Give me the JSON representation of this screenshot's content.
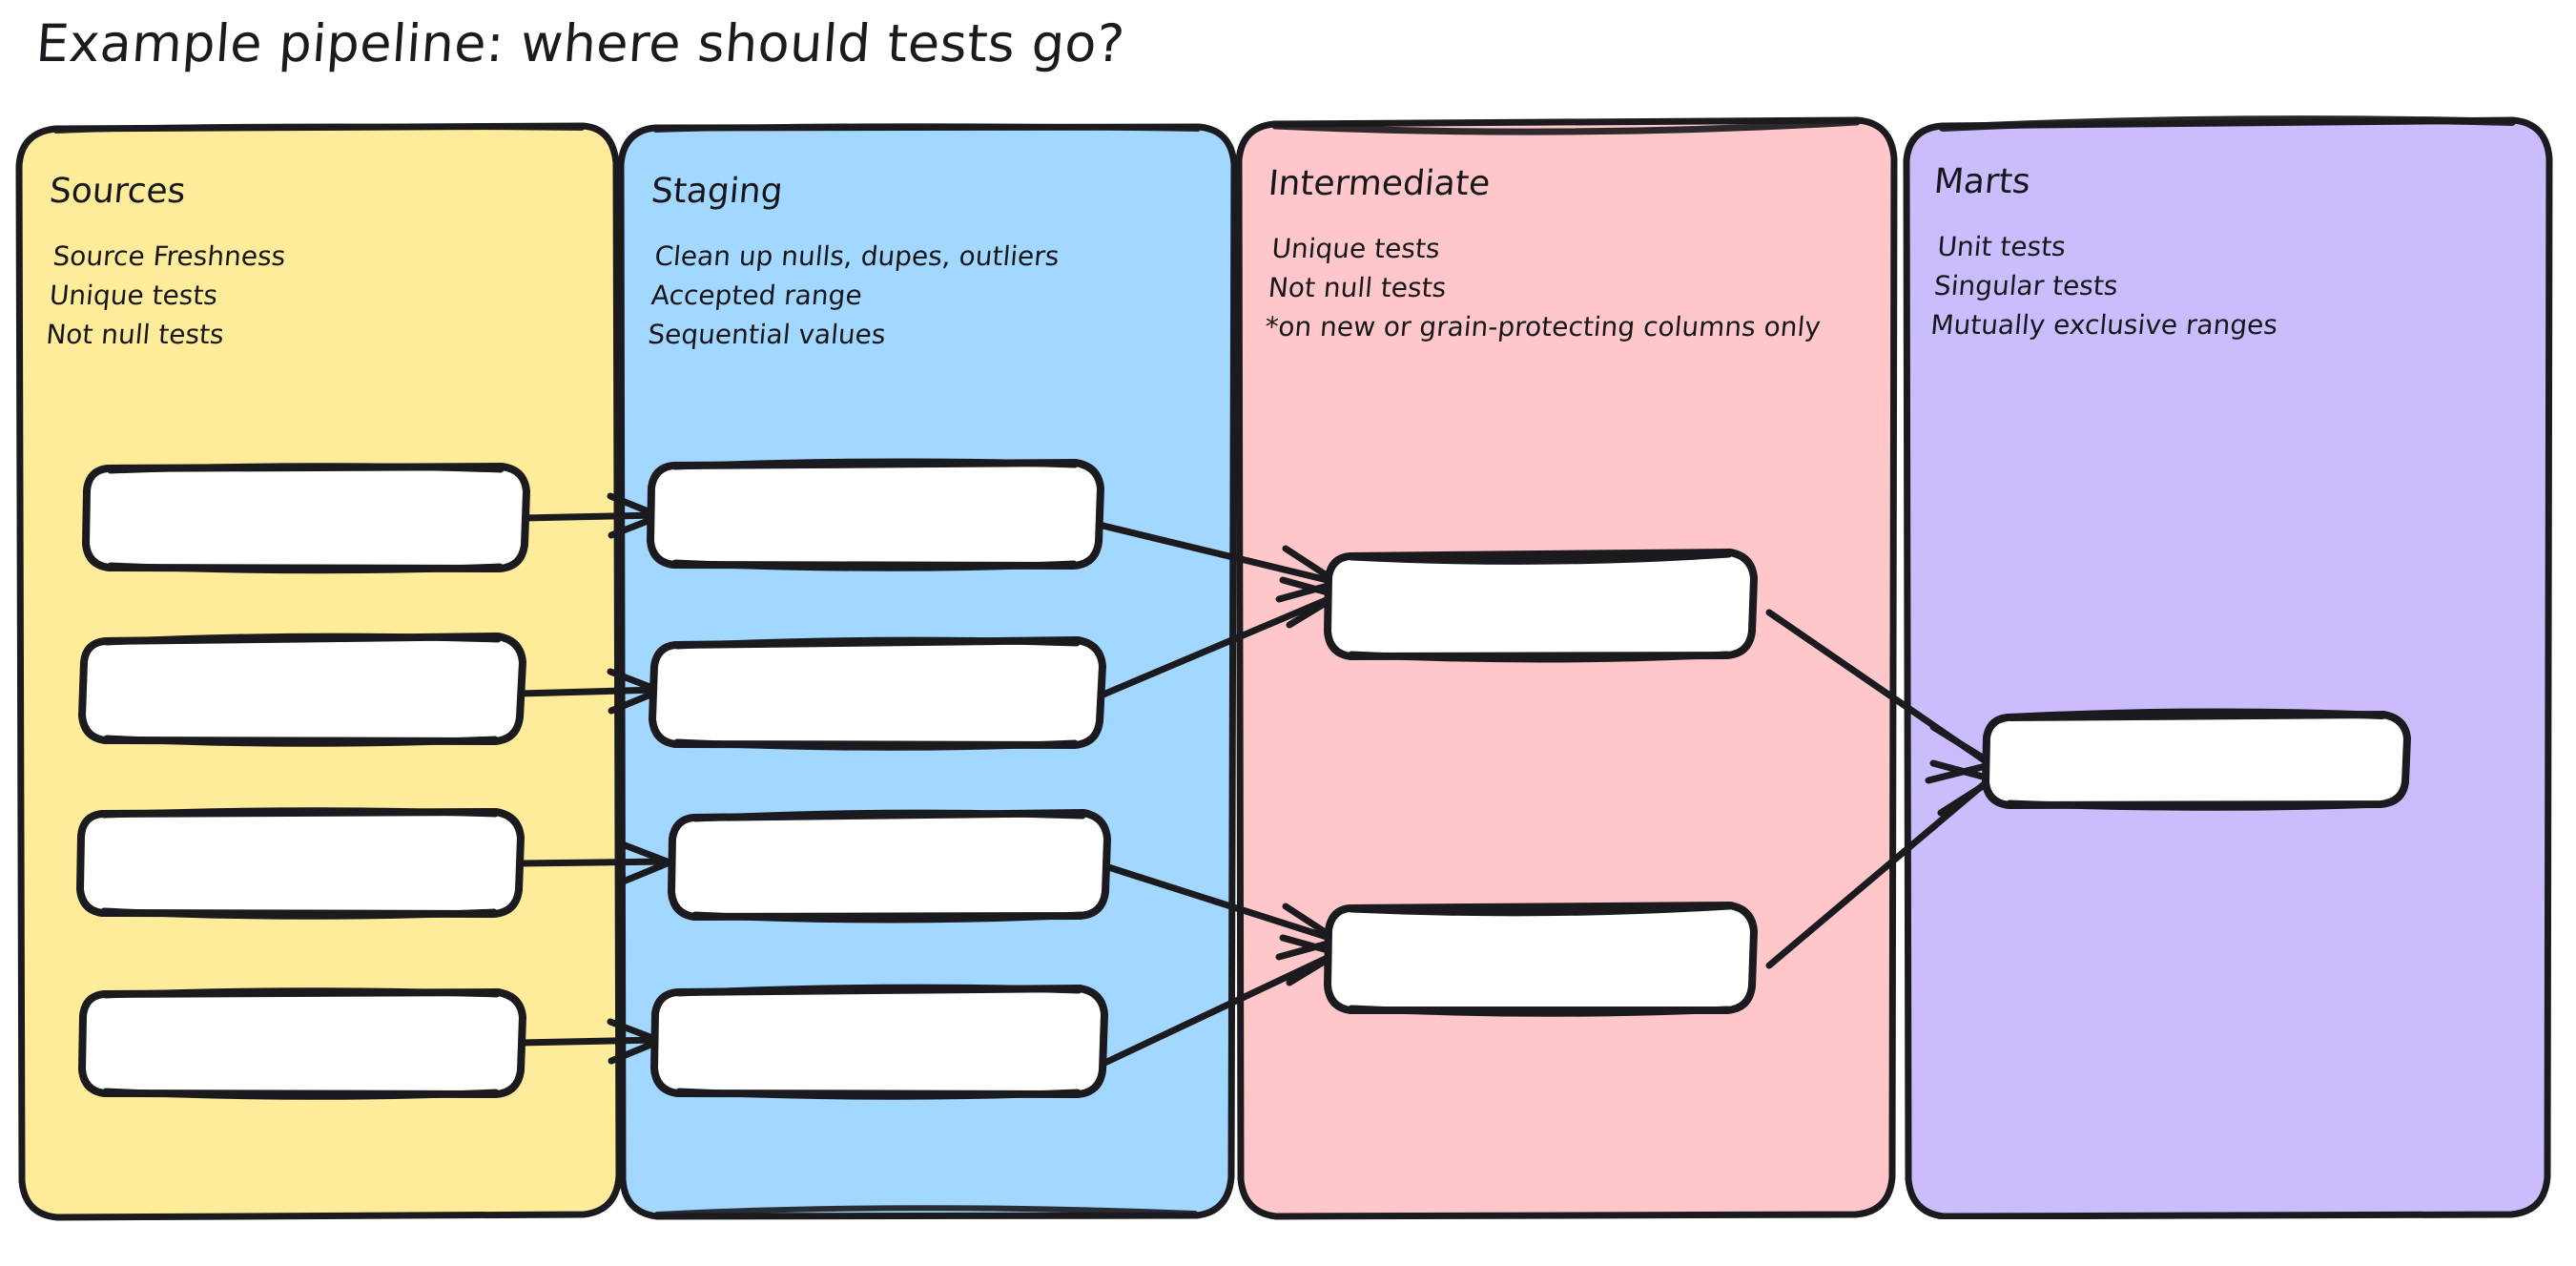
{
  "page": {
    "title": "Example pipeline: where should tests go?",
    "background": "#ffffff",
    "stroke": "#1b1b1f",
    "node_fill": "#ffffff"
  },
  "lanes": [
    {
      "id": "sources",
      "header": "Sources",
      "color": "#ffec9a",
      "lines": [
        "Source Freshness",
        "Unique tests",
        "Not null tests"
      ],
      "node_count": 4
    },
    {
      "id": "staging",
      "header": "Staging",
      "color": "#a2d7ff",
      "lines": [
        "Clean up nulls, dupes, outliers",
        "Accepted range",
        "Sequential values"
      ],
      "node_count": 4
    },
    {
      "id": "intermediate",
      "header": "Intermediate",
      "color": "#ffc7c9",
      "lines": [
        "Unique tests",
        "Not null tests",
        "*on new or grain-protecting columns only"
      ],
      "node_count": 2
    },
    {
      "id": "marts",
      "header": "Marts",
      "color": "#cbbdfd",
      "lines": [
        "Unit tests",
        "Singular tests",
        "Mutually exclusive ranges"
      ],
      "node_count": 1
    }
  ],
  "nodes": {
    "sources": [
      "",
      "",
      "",
      ""
    ],
    "staging": [
      "",
      "",
      "",
      ""
    ],
    "intermediate": [
      "",
      ""
    ],
    "marts": [
      ""
    ]
  },
  "edges": [
    {
      "from": "sources.0",
      "to": "staging.0"
    },
    {
      "from": "sources.1",
      "to": "staging.1"
    },
    {
      "from": "sources.2",
      "to": "staging.2"
    },
    {
      "from": "sources.3",
      "to": "staging.3"
    },
    {
      "from": "staging.0",
      "to": "intermediate.0"
    },
    {
      "from": "staging.1",
      "to": "intermediate.0"
    },
    {
      "from": "staging.2",
      "to": "intermediate.1"
    },
    {
      "from": "staging.3",
      "to": "intermediate.1"
    },
    {
      "from": "intermediate.0",
      "to": "marts.0"
    },
    {
      "from": "intermediate.1",
      "to": "marts.0"
    }
  ]
}
